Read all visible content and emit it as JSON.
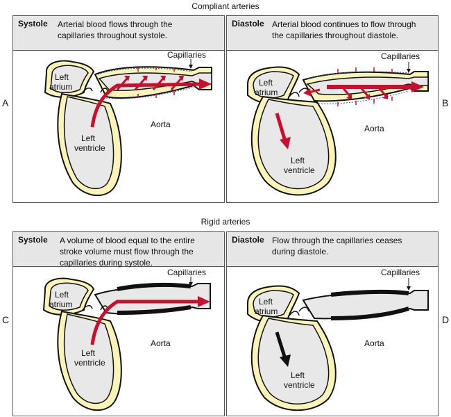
{
  "compliant_title": "Compliant arteries",
  "rigid_title": "Rigid arteries",
  "panels": {
    "A": {
      "letter": "A",
      "phase": "Systole",
      "desc": [
        "Arterial blood flows through the",
        "capillaries throughout systole."
      ],
      "labels": {
        "atrium": [
          "Left",
          "atrium"
        ],
        "ventricle": [
          "Left",
          "ventricle"
        ],
        "aorta": "Aorta",
        "capillaries": "Capillaries"
      }
    },
    "B": {
      "letter": "B",
      "phase": "Diastole",
      "desc": [
        "Arterial blood continues to flow through",
        "the capillaries throughout diastole."
      ],
      "labels": {
        "atrium": [
          "Left",
          "atrium"
        ],
        "ventricle": [
          "Left",
          "ventricle"
        ],
        "aorta": "Aorta",
        "capillaries": "Capillaries"
      }
    },
    "C": {
      "letter": "C",
      "phase": "Systole",
      "desc": [
        "A volume of blood equal to the entire",
        "stroke volume must flow through the",
        "capillaries during systole."
      ],
      "labels": {
        "atrium": [
          "Left",
          "atrium"
        ],
        "ventricle": [
          "Left",
          "ventricle"
        ],
        "aorta": "Aorta",
        "capillaries": "Capillaries"
      }
    },
    "D": {
      "letter": "D",
      "phase": "Diastole",
      "desc": [
        "Flow through the capillaries ceases",
        "during diastole."
      ],
      "labels": {
        "atrium": [
          "Left",
          "atrium"
        ],
        "ventricle": [
          "Left",
          "ventricle"
        ],
        "aorta": "Aorta",
        "capillaries": "Capillaries"
      }
    }
  },
  "colors": {
    "wall_fill": "#fbf4b8",
    "chamber_fill": "#e8e8e8",
    "blood_arrow": "#c8102e",
    "dashed_line": "#2e5aa8",
    "rigid_wall": "#111111",
    "header_bg": "#e6e6e6"
  }
}
